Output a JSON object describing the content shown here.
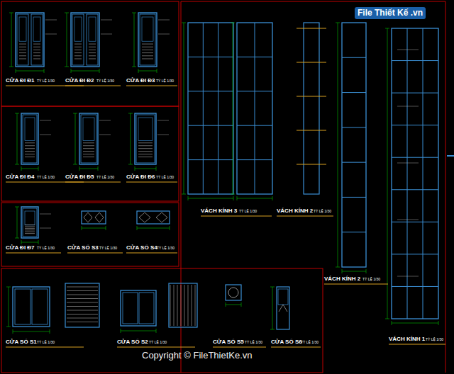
{
  "diagram": {
    "labels": [
      "CỬA ĐI Đ1",
      "TỶ LỆ 1/30",
      "CỬA ĐI Đ2",
      "TỶ LỆ 1/30",
      "CỬA ĐI Đ3",
      "TỶ LỆ 1/30",
      "CỬA ĐI Đ4",
      "TỶ LỆ 1/30",
      "CỬA ĐI Đ5",
      "TỶ LỆ 1/30",
      "CỬA ĐI Đ6",
      "TỶ LỆ 1/30",
      "CỬA ĐI Đ7",
      "TỶ LỆ 1/30",
      "CỬA SỔ S3",
      "TỶ LỆ 1/30",
      "CỬA SỔ S4",
      "TỶ LỆ 1/30",
      "CỬA SỔ S1",
      "TỶ LỆ 1/30",
      "CỬA SỔ S2",
      "TỶ LỆ 1/30",
      "CỬA SỔ S5",
      "TỶ LỆ 1/30",
      "CỬA SỔ S6",
      "TỶ LỆ 1/30",
      "VÁCH KÍNH 3",
      "TỶ LỆ 1/30",
      "VÁCH KÍNH 2",
      "TỶ LỆ 1/30",
      "VÁCH KÍNH 2",
      "TỶ LỆ 1/30",
      "VÁCH KÍNH 1",
      "TỶ LỆ 1/30",
      "File Thiết Kế .vn",
      "Copyright © FileThietKe.vn"
    ]
  }
}
